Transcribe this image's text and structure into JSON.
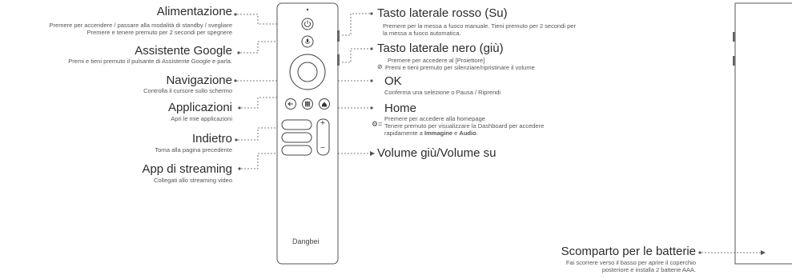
{
  "power": {
    "title": "Alimentazione",
    "desc1": "Premere per accendere / passare alla modalità di standby / svegliare",
    "desc2": "Premere e tenere premuto per 2 secondi per spegnere"
  },
  "assistant": {
    "title": "Assistente Google",
    "desc": "Premi e tieni premuto il pulsante di Assistente Google e parla."
  },
  "navigation": {
    "title": "Navigazione",
    "desc": "Controlla il cursore sullo schermo"
  },
  "apps": {
    "title": "Applicazioni",
    "desc": "Apri le mie applicazioni"
  },
  "back": {
    "title": "Indietro",
    "desc": "Torna alla pagina precedente"
  },
  "streaming": {
    "title": "App di streaming",
    "desc": "Collegati allo streaming video"
  },
  "red_side": {
    "title": "Tasto laterale rosso (Su)",
    "desc1": "Premere per la messa a fuoco manuale. Tieni premuto per 2 secondi per",
    "desc2": "la messa a fuoco automatica."
  },
  "black_side": {
    "title": "Tasto laterale nero (giù)",
    "desc1": "Premere per accedere al [Proiettore]",
    "desc2": "Premi e tieni premuto per silenziare/ripristinare il volume"
  },
  "ok": {
    "title": "OK",
    "desc": "Conferma una selezione o Pausa / Riprendi"
  },
  "home": {
    "title": "Home",
    "desc1": "Premere per accedere alla homepage",
    "desc2": "Tenere premuto per visualizzare la Dashboard per accedere",
    "desc3_pre": "rapidamente a ",
    "desc3_b1": "Immagine",
    "desc3_mid": " e ",
    "desc3_b2": "Audio",
    "desc3_post": "."
  },
  "volume": {
    "title": "Volume giù/Volume su"
  },
  "battery": {
    "title": "Scomparto per le batterie",
    "desc1": "Fai scorrere verso il basso per aprire il coperchio",
    "desc2": "posteriore e installa 2 batterie AAA."
  },
  "remote": {
    "brand": "Dangbei",
    "vol_plus": "+",
    "vol_minus": "−"
  },
  "icons": {
    "gear": "gear-icon",
    "mute": "mute-icon",
    "power": "power-icon",
    "mic": "mic-icon",
    "back": "back-arrow-icon",
    "apps": "apps-grid-icon",
    "home": "home-icon"
  }
}
